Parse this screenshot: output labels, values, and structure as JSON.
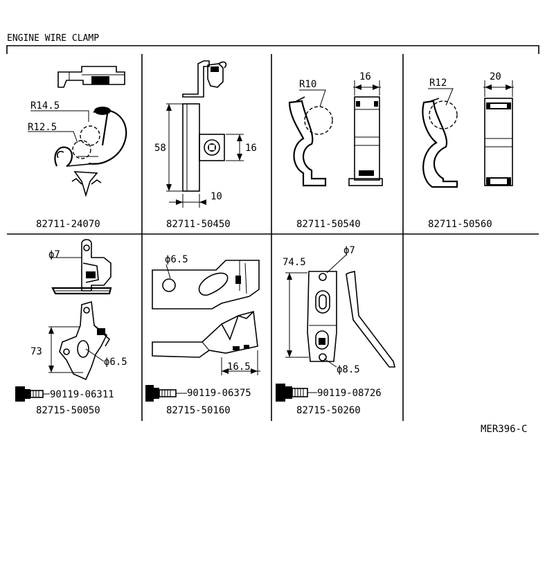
{
  "title": "ENGINE WIRE CLAMP",
  "figure_code": "MER396-C",
  "cells": [
    {
      "part_number": "82711-24070",
      "dims": [
        "R14.5",
        "R12.5"
      ]
    },
    {
      "part_number": "82711-50450",
      "dims": [
        "58",
        "16",
        "10"
      ]
    },
    {
      "part_number": "82711-50540",
      "dims": [
        "R10",
        "16"
      ]
    },
    {
      "part_number": "82711-50560",
      "dims": [
        "R12",
        "20"
      ]
    },
    {
      "part_number": "82715-50050",
      "bolt": "90119-06311",
      "dims": [
        "ϕ7",
        "73",
        "ϕ6.5"
      ]
    },
    {
      "part_number": "82715-50160",
      "bolt": "90119-06375",
      "dims": [
        "ϕ6.5",
        "16.5"
      ]
    },
    {
      "part_number": "82715-50260",
      "bolt": "90119-08726",
      "dims": [
        "74.5",
        "ϕ7",
        "ϕ8.5"
      ]
    }
  ]
}
